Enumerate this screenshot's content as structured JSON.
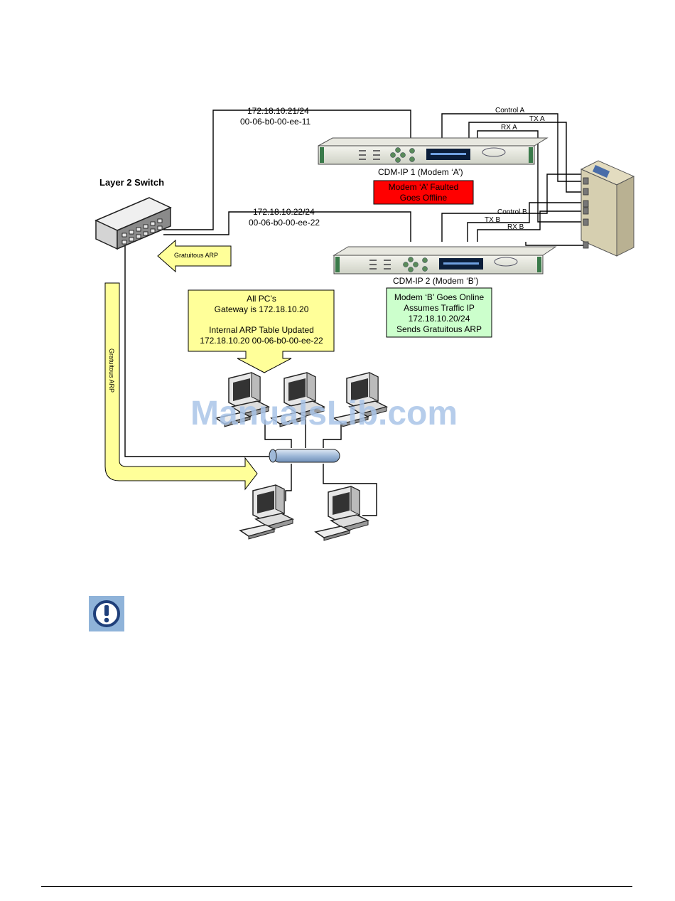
{
  "switch": {
    "label": "Layer 2 Switch"
  },
  "modem_a": {
    "ip": "172.18.10.21/24",
    "mac": "00-06-b0-00-ee-11",
    "name": "CDM-IP 1 (Modem ‘A’)",
    "status_lines": [
      "Modem ‘A’ Faulted",
      "Goes Offline"
    ],
    "signals": [
      "Control A",
      "TX A",
      "RX A"
    ]
  },
  "modem_b": {
    "ip": "172.18.10.22/24",
    "mac": "00-06-b0-00-ee-22",
    "name": "CDM-IP 2 (Modem ‘B’)",
    "status_lines": [
      "Modem ‘B’ Goes Online",
      "Assumes Traffic IP",
      "172.18.10.20/24",
      "Sends Gratuitous ARP"
    ],
    "signals": [
      "Control B",
      "TX B",
      "RX B"
    ]
  },
  "arrows": {
    "gratuitous_arp_short": "Gratuitous ARP",
    "gratuitous_arp_long": "Gratuitous ARP"
  },
  "pc_note": {
    "line1": "All PC’s",
    "line2": "Gateway is 172.18.10.20",
    "line3": "Internal ARP Table Updated",
    "line4": "172.18.10.20  00-06-b0-00-ee-22"
  },
  "watermark": "ManualsLib.com",
  "colors": {
    "fault_red": "#ff0000",
    "online_green": "#ccffcc",
    "note_yellow": "#ffff99",
    "arrow_yellow": "#ffff99",
    "bus_blue": "#b8cce4",
    "watermark_blue": "#a9c4e8",
    "note_icon_blue": "#8fb3d9"
  }
}
